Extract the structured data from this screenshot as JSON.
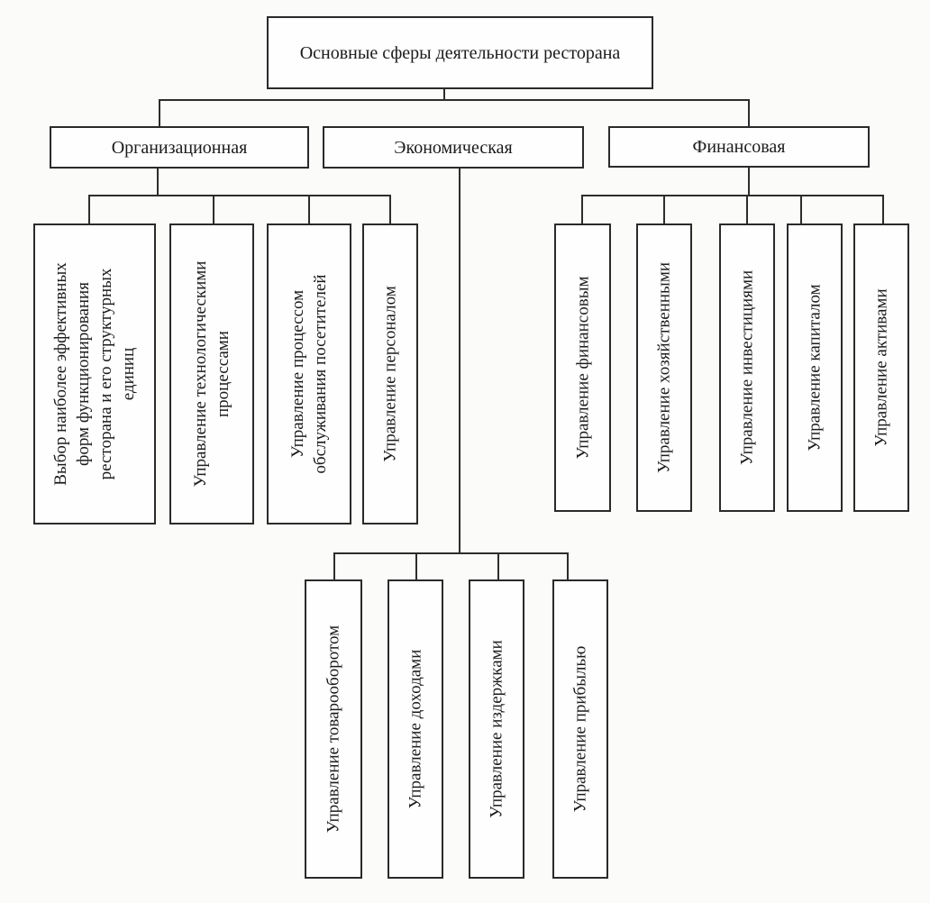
{
  "tree": {
    "root": "Основные сферы деятельности ресторана",
    "branches": [
      {
        "label": "Организационная",
        "children": [
          "Выбор наиболее эффективных форм функционирования ресторана и его структурных единиц",
          "Управление технологическими процессами",
          "Управление процессом обслуживания посетителей",
          "Управление персоналом"
        ]
      },
      {
        "label": "Экономическая",
        "children": [
          "Управление товарооборотом",
          "Управление доходами",
          "Управление издержками",
          "Управление прибылью"
        ]
      },
      {
        "label": "Финансовая",
        "children": [
          "Управление финансовым",
          "Управление хозяйственными",
          "Управление инвестициями",
          "Управление капиталом",
          "Управление активами"
        ]
      }
    ]
  },
  "colors": {
    "background": "#fbfbf9",
    "box_fill": "#fefefe",
    "box_border": "#2a2a2a",
    "line": "#2d2d2d",
    "text": "#1b1b1b"
  }
}
